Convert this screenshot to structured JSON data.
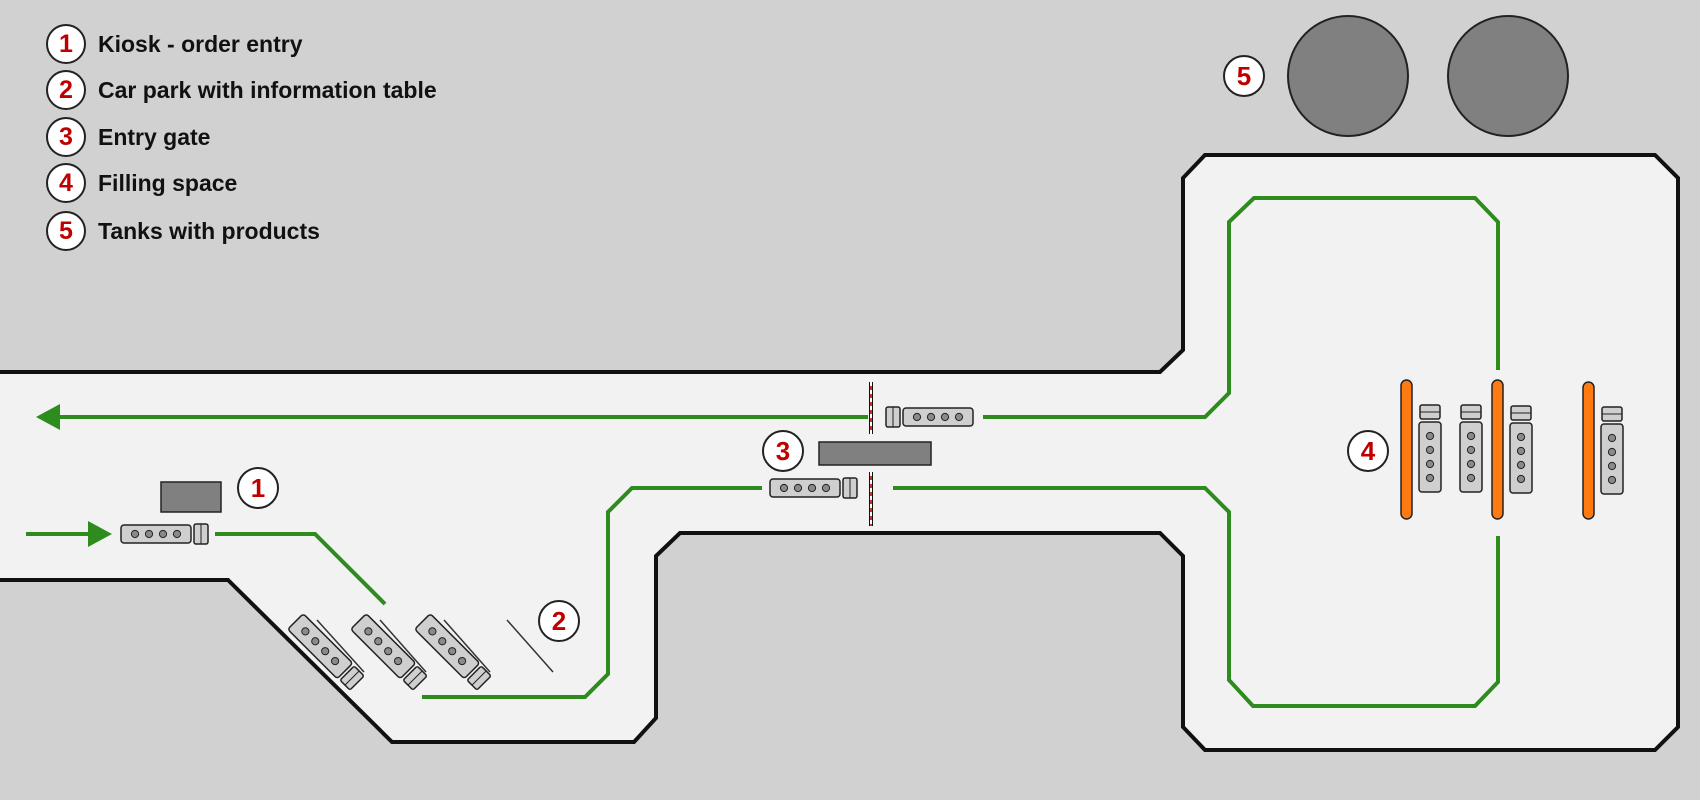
{
  "colors": {
    "background": "#d1d1d1",
    "road": "#f2f2f2",
    "road_edge": "#111111",
    "route_arrow": "#2e8b1e",
    "number": "#c00000",
    "tank": "#808080",
    "filling_point": "#ff7a10",
    "barrier": "#c0392b",
    "truck": "#cfcfcf"
  },
  "legend": {
    "items": [
      {
        "number": "1",
        "label": "Kiosk - order entry"
      },
      {
        "number": "2",
        "label": "Car park with information table"
      },
      {
        "number": "3",
        "label": "Entry gate"
      },
      {
        "number": "4",
        "label": "Filling space"
      },
      {
        "number": "5",
        "label": "Tanks with products"
      }
    ]
  },
  "markers": {
    "kiosk": "1",
    "car_park": "2",
    "entry_gate": "3",
    "filling_space": "4",
    "tanks": "5"
  },
  "icons": {
    "truck": "truck-icon",
    "tank": "tank-icon",
    "barrier": "gate-barrier-icon",
    "filling_point": "filling-point-icon"
  }
}
